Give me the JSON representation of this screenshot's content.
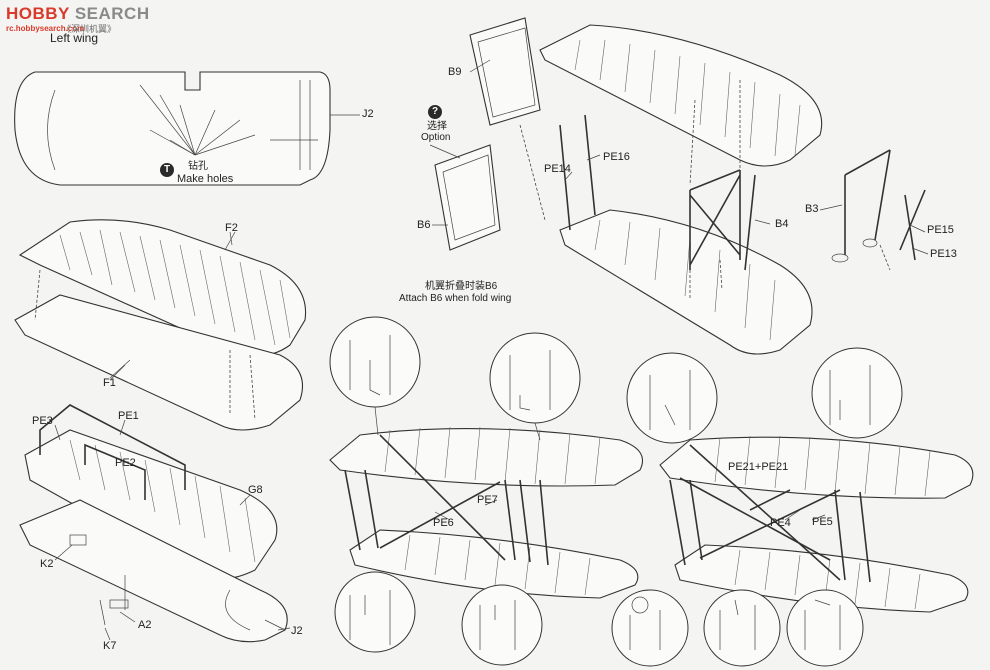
{
  "watermark": {
    "brand_a": "HOBBY",
    "brand_b": "SEARCH",
    "site": "rc.hobbysearch.com",
    "cn": "《深圳机翼》"
  },
  "sections": {
    "left_wing_title": "Left wing"
  },
  "notes": {
    "make_holes_cn": "钻孔",
    "make_holes_en": "Make holes",
    "option_cn": "选择",
    "option_en": "Option",
    "attach_cn": "机翼折叠时装B6",
    "attach_en": "Attach B6 when fold wing"
  },
  "icons": {
    "make_holes": "T",
    "option": "?"
  },
  "parts": {
    "j2_top": "J2",
    "f2": "F2",
    "f1": "F1",
    "pe3": "PE3",
    "pe1": "PE1",
    "pe2": "PE2",
    "g8": "G8",
    "k2": "K2",
    "a2": "A2",
    "k7": "K7",
    "j2_bottom": "J2",
    "b9": "B9",
    "b6": "B6",
    "pe14": "PE14",
    "pe16": "PE16",
    "b4": "B4",
    "b3": "B3",
    "pe15": "PE15",
    "pe13": "PE13",
    "pe6": "PE6",
    "pe7": "PE7",
    "pe21": "PE21+PE21",
    "pe4": "PE4",
    "pe5": "PE5"
  }
}
